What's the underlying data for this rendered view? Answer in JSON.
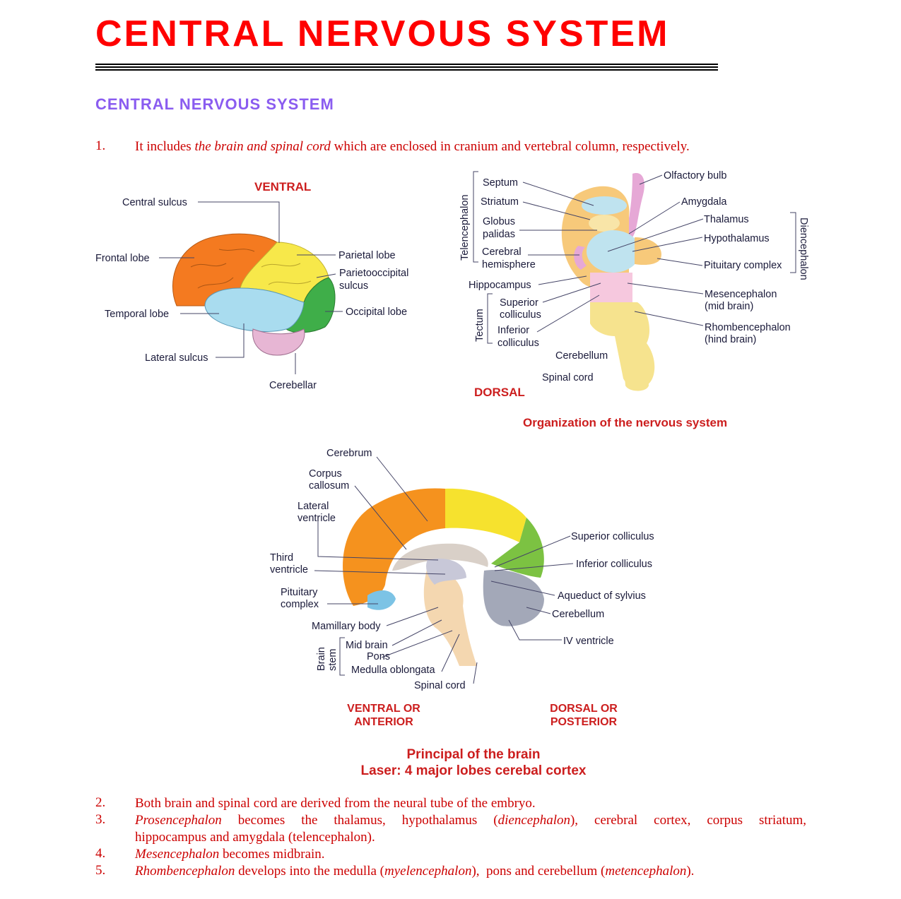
{
  "page": {
    "title": "CENTRAL NERVOUS SYSTEM",
    "section_heading": "CENTRAL NERVOUS SYSTEM"
  },
  "items": [
    {
      "num": "1.",
      "parts": [
        "It includes ",
        "the brain and spinal cord",
        " which are enclosed in cranium and vertebral column, respectively."
      ]
    },
    {
      "num": "2.",
      "text": "Both brain and spinal cord are derived from the neural tube of the embryo."
    },
    {
      "num": "3.",
      "parts": [
        "Prosencephalon",
        " becomes the thalamus, hypothalamus (",
        "diencephalon",
        "), cerebral cortex, corpus striatum,"
      ],
      "line2": "hippocampus and amygdala (telencephalon)."
    },
    {
      "num": "4.",
      "parts": [
        "Mesencephalon",
        " becomes midbrain."
      ]
    },
    {
      "num": "5.",
      "parts": [
        "Rhombencephalon",
        " develops into the medulla (",
        "myelencephalon",
        "),  pons and cerebellum (",
        "metencephalon",
        ")."
      ]
    }
  ],
  "figure1": {
    "heading": "VENTRAL",
    "labels": {
      "central_sulcus": "Central sulcus",
      "frontal_lobe": "Frontal lobe",
      "temporal_lobe": "Temporal lobe",
      "lateral_sulcus": "Lateral sulcus",
      "cerebellar": "Cerebellar",
      "parietal_lobe": "Parietal lobe",
      "parietooccipital_1": "Parietooccipital",
      "parietooccipital_2": "sulcus",
      "occipital_lobe": "Occipital lobe"
    },
    "colors": {
      "frontal": "#f47a20",
      "parietal": "#f7e84a",
      "occipital": "#3fae49",
      "temporal": "#a9dcef",
      "cerebellum": "#e7b6d4"
    }
  },
  "figure2": {
    "side_labels": {
      "telencephalon": "Telencephalon",
      "diencephalon": "Diencephalon",
      "tectum": "Tectum"
    },
    "labels": {
      "septum": "Septum",
      "striatum": "Striatum",
      "globus_1": "Globus",
      "globus_2": "palidas",
      "cerebral_1": "Cerebral",
      "cerebral_2": "hemisphere",
      "hippocampus": "Hippocampus",
      "superior_1": "Superior",
      "superior_2": "colliculus",
      "inferior_1": "Inferior",
      "inferior_2": "colliculus",
      "olfactory_bulb": "Olfactory bulb",
      "amygdala": "Amygdala",
      "thalamus": "Thalamus",
      "hypothalamus": "Hypothalamus",
      "pituitary_complex": "Pituitary complex",
      "mesencephalon_1": "Mesencephalon",
      "mesencephalon_2": "(mid brain)",
      "rhombencephalon_1": "Rhombencephalon",
      "rhombencephalon_2": "(hind brain)",
      "cerebellum": "Cerebellum",
      "spinal_cord": "Spinal cord"
    },
    "dorsal": "DORSAL",
    "caption": "Organization of the nervous system"
  },
  "figure3": {
    "labels": {
      "cerebrum": "Cerebrum",
      "corpus_1": "Corpus",
      "corpus_2": "callosum",
      "lateral_1": "Lateral",
      "lateral_2": "ventricle",
      "third_1": "Third",
      "third_2": "ventricle",
      "pituitary_1": "Pituitary",
      "pituitary_2": "complex",
      "mamillary_body": "Mamillary body",
      "brain_stem_1": "Brain",
      "brain_stem_2": "stem",
      "mid_brain": "Mid brain",
      "pons": "Pons",
      "medulla": "Medulla oblongata",
      "spinal_cord": "Spinal cord",
      "superior_colliculus": "Superior colliculus",
      "inferior_colliculus": "Inferior colliculus",
      "aqueduct": "Aqueduct of sylvius",
      "cerebellum": "Cerebellum",
      "iv_ventricle": "IV ventricle"
    },
    "ventral_1": "VENTRAL OR",
    "ventral_2": "ANTERIOR",
    "dorsal_1": "DORSAL OR",
    "dorsal_2": "POSTERIOR",
    "caption_1": "Principal of the brain",
    "caption_2": "Laser: 4 major lobes cerebal cortex"
  }
}
